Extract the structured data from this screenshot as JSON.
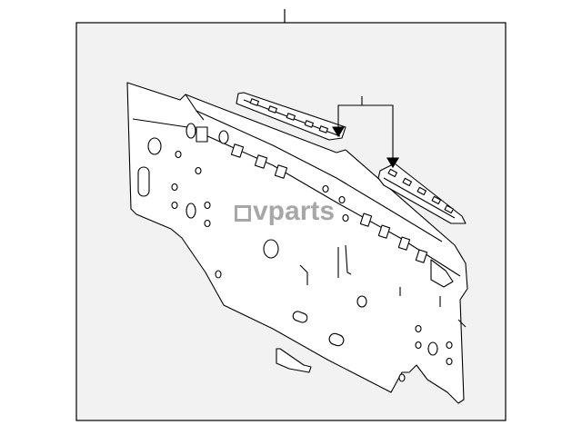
{
  "watermark": {
    "text": "vparts",
    "color": "#8a8a8a"
  },
  "diagram": {
    "frame_color": "#ffffff",
    "line_color": "#000000",
    "parts": [
      {
        "name": "rear-panel-assembly"
      },
      {
        "name": "upper-reinforcement-left"
      },
      {
        "name": "upper-reinforcement-right"
      },
      {
        "name": "small-bracket"
      }
    ]
  }
}
